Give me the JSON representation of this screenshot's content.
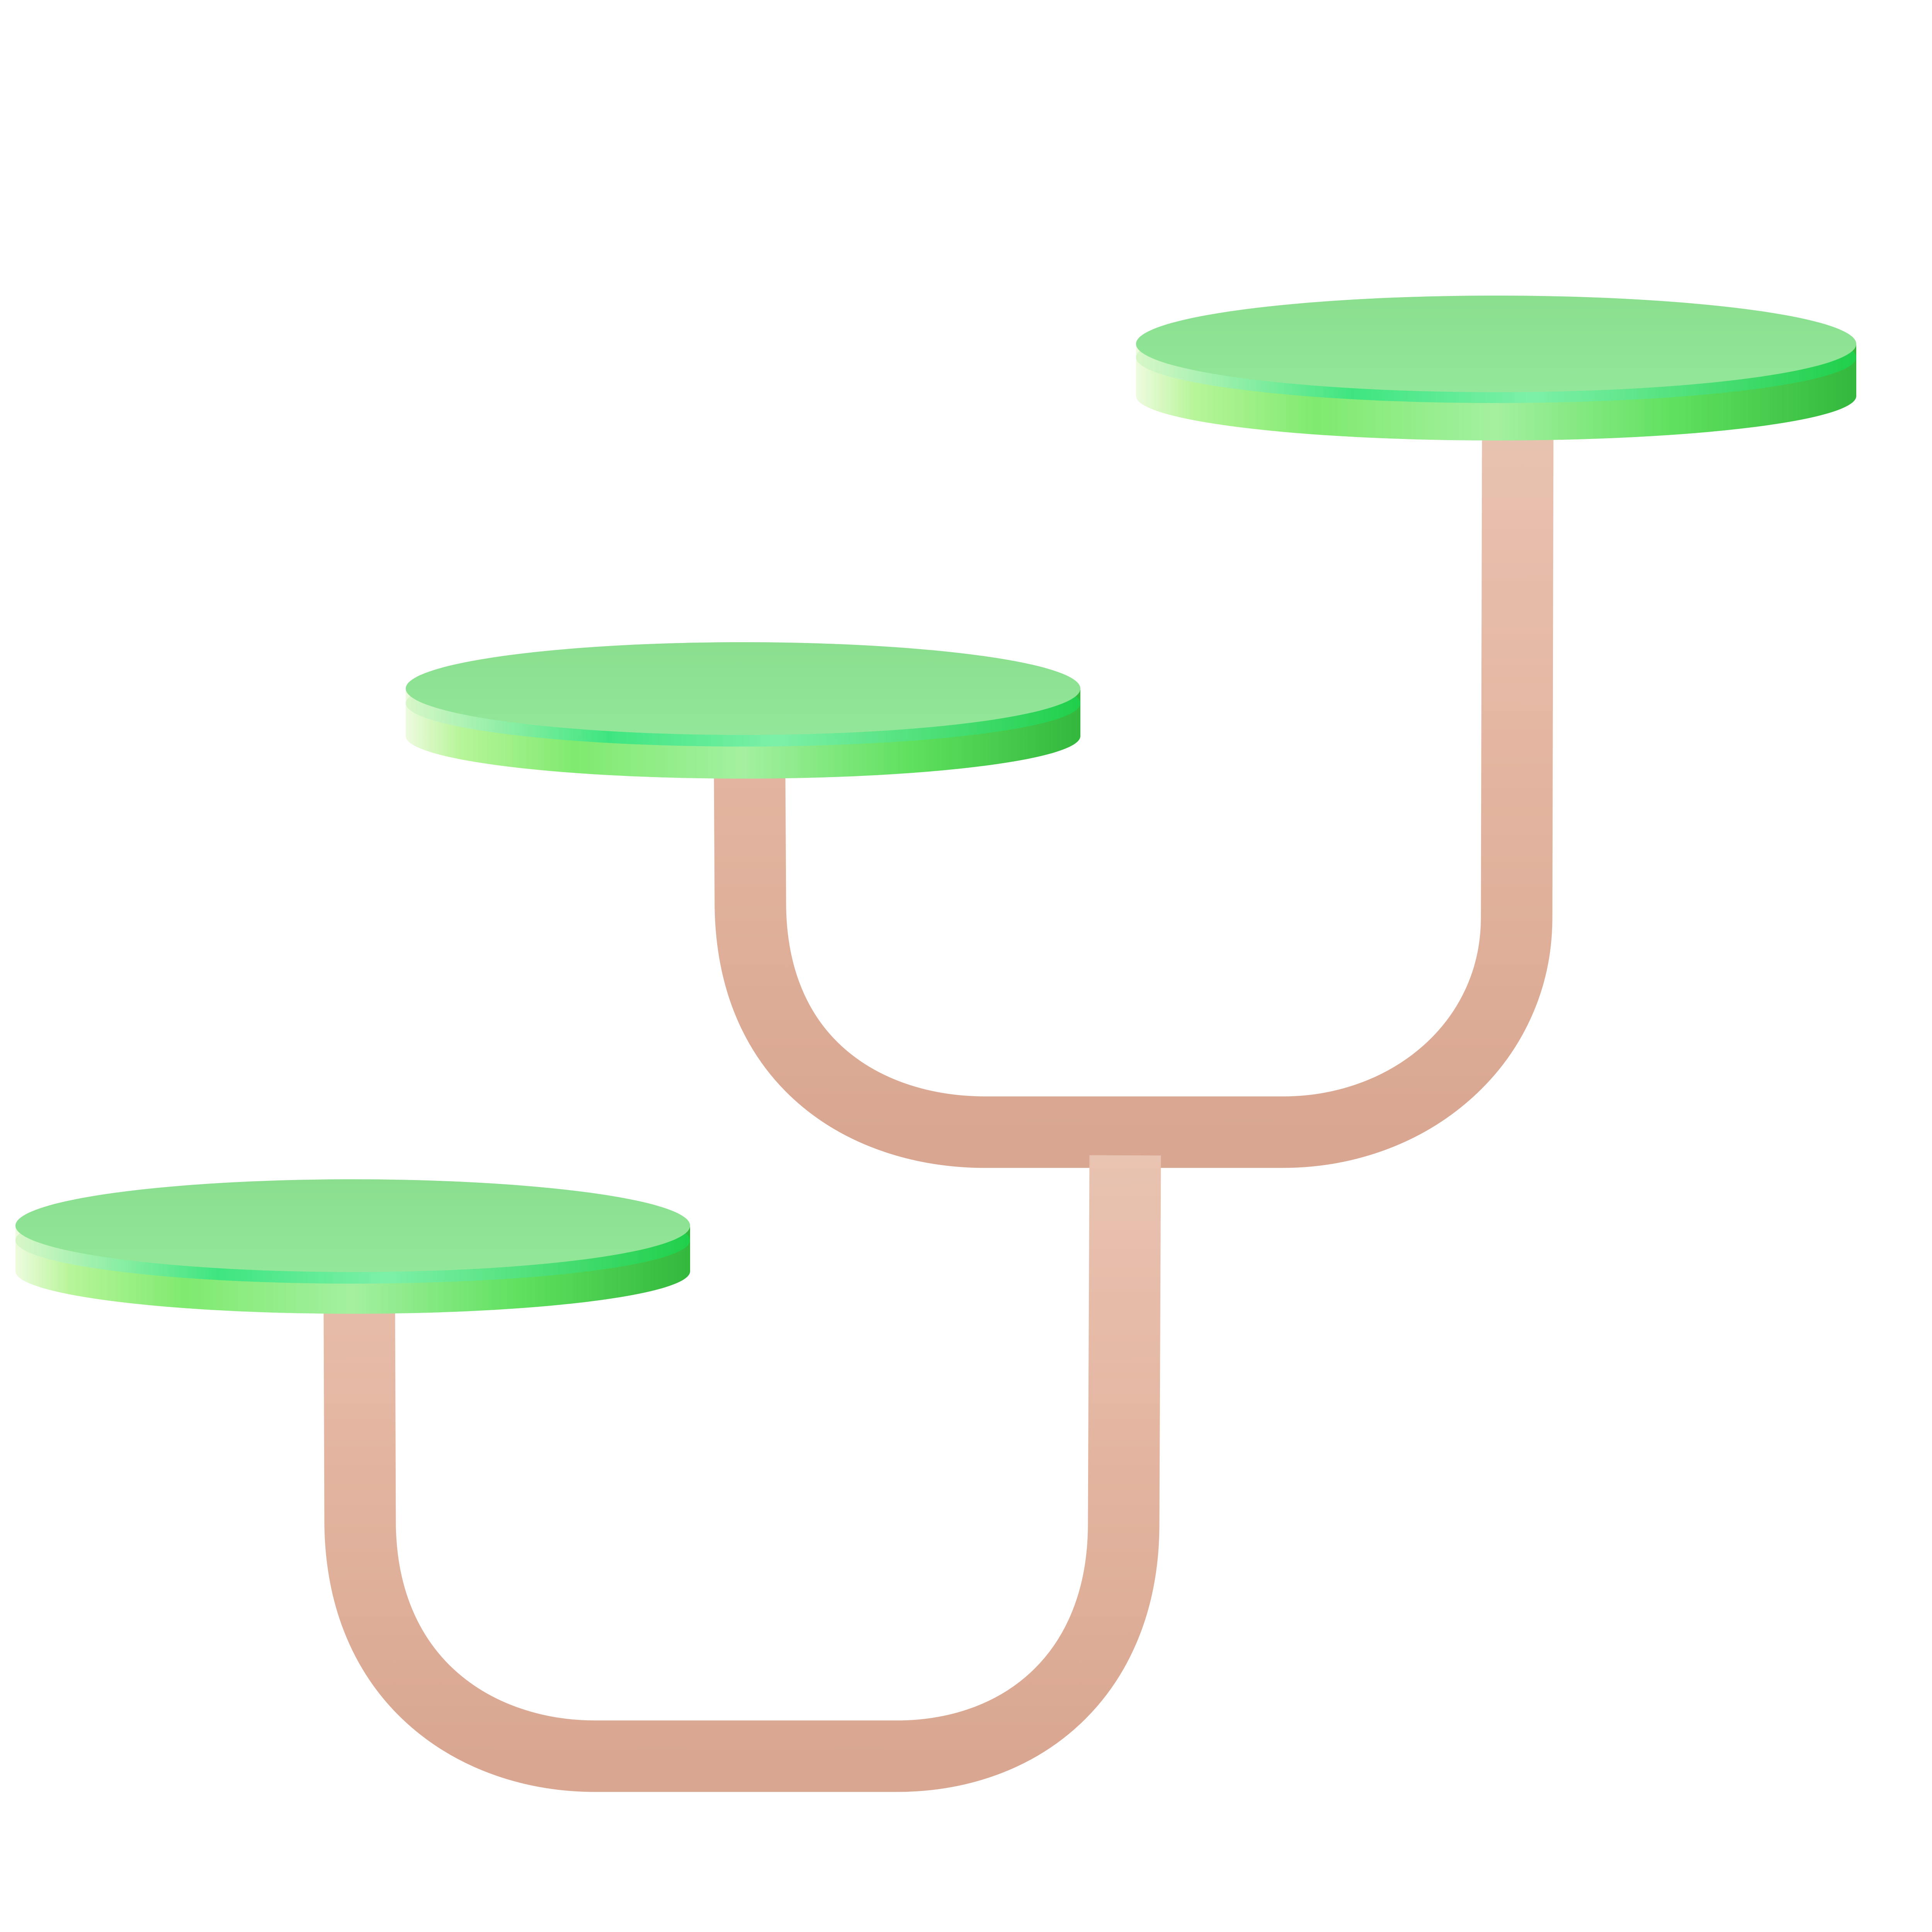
{
  "diagram": {
    "type": "branching-platform-stand",
    "platform_count": 3,
    "platforms": [
      {
        "name": "platform-high",
        "tier": 3
      },
      {
        "name": "platform-middle",
        "tier": 2
      },
      {
        "name": "platform-low",
        "tier": 1
      }
    ],
    "colors": {
      "background": "#ffffff",
      "stem": "#e2b19c",
      "stem_light": "#e8c0ad",
      "stem_dark": "#d9a791",
      "platform_top": "#8de293",
      "platform_top_light": "#96e79c",
      "platform_side_left": "#e9fbd6",
      "platform_side_mid": "#6fe870",
      "platform_side_right": "#2fbf3c",
      "platform_rim": "#2fe27a"
    }
  }
}
